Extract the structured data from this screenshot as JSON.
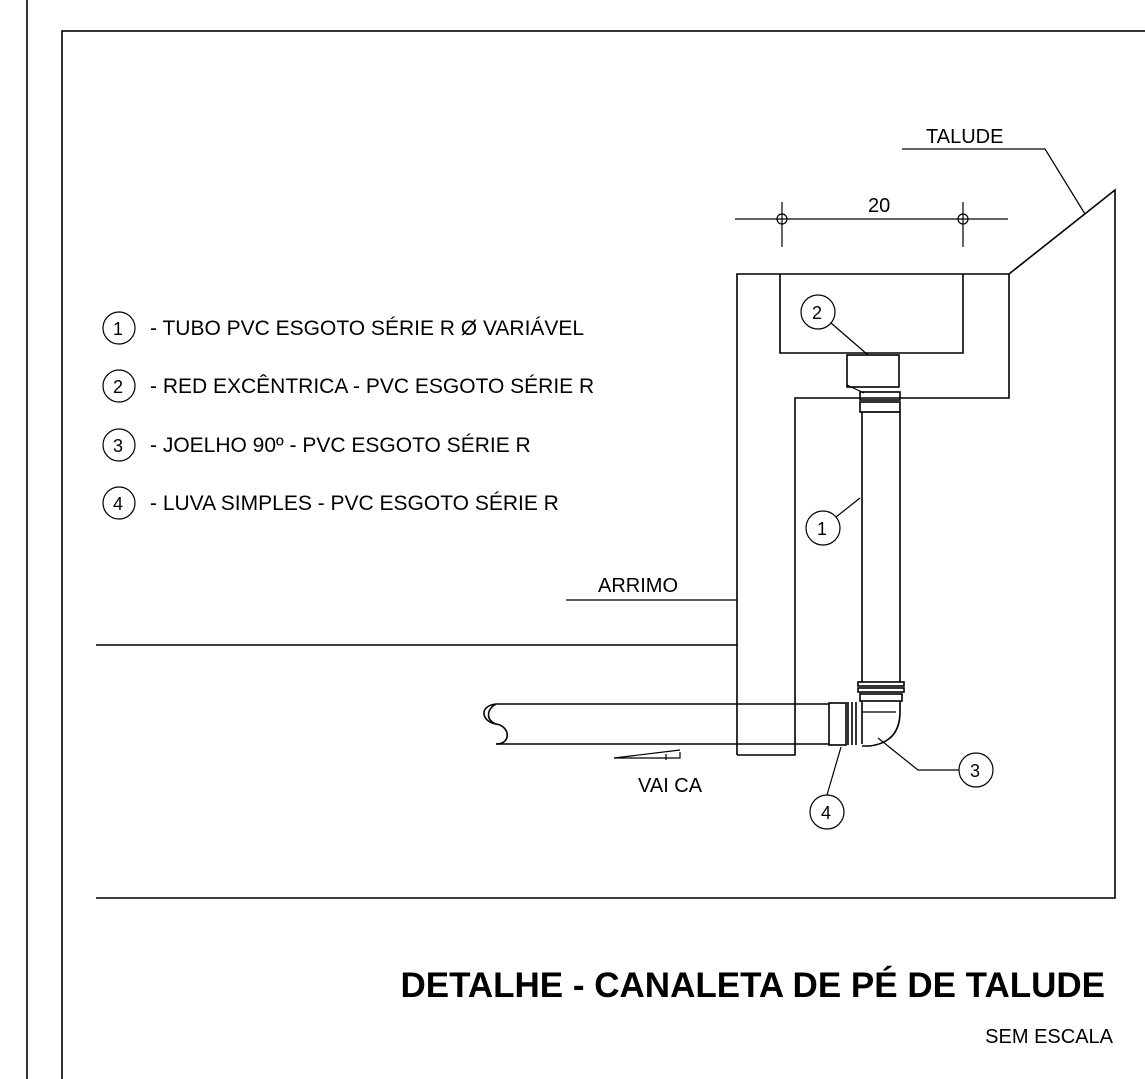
{
  "title": "DETALHE - CANALETA DE PÉ DE TALUDE",
  "subtitle": "SEM ESCALA",
  "legend": [
    {
      "number": "1",
      "text": "- TUBO PVC ESGOTO SÉRIE R Ø VARIÁVEL"
    },
    {
      "number": "2",
      "text": "- RED EXCÊNTRICA - PVC ESGOTO SÉRIE R"
    },
    {
      "number": "3",
      "text": "- JOELHO 90º - PVC ESGOTO SÉRIE R"
    },
    {
      "number": "4",
      "text": "- LUVA SIMPLES - PVC ESGOTO SÉRIE R"
    }
  ],
  "labels": {
    "talude": "TALUDE",
    "arrimo": "ARRIMO",
    "vai_ca": "VAI CA",
    "dimension": "20"
  },
  "callouts": {
    "c1": "1",
    "c2": "2",
    "c3": "3",
    "c4": "4"
  }
}
